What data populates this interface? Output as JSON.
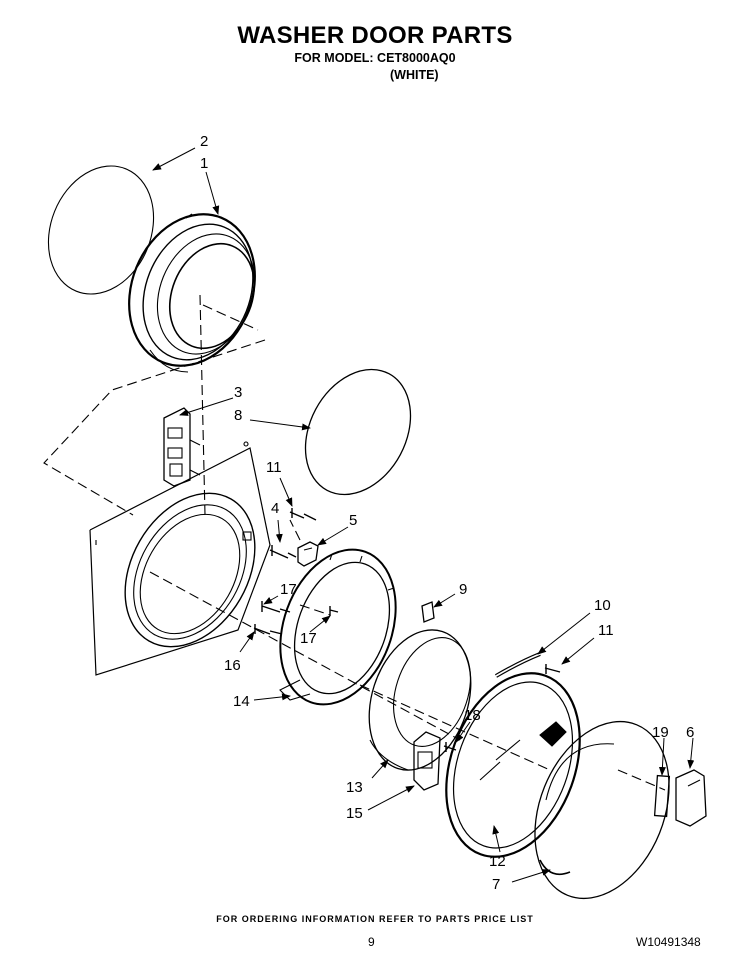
{
  "header": {
    "title": "WASHER DOOR PARTS",
    "model_line": "FOR MODEL: CET8000AQ0",
    "color_line": "(WHITE)"
  },
  "callouts": {
    "c1": "1",
    "c2": "2",
    "c3": "3",
    "c4": "4",
    "c5": "5",
    "c6": "6",
    "c7": "7",
    "c8": "8",
    "c9": "9",
    "c10": "10",
    "c11a": "11",
    "c11b": "11",
    "c12": "12",
    "c13": "13",
    "c14": "14",
    "c15": "15",
    "c16": "16",
    "c17a": "17",
    "c17b": "17",
    "c18": "18",
    "c19": "19"
  },
  "footer": {
    "ordering_note": "FOR ORDERING INFORMATION REFER TO PARTS PRICE LIST",
    "page_number": "9",
    "document_number": "W10491348"
  }
}
